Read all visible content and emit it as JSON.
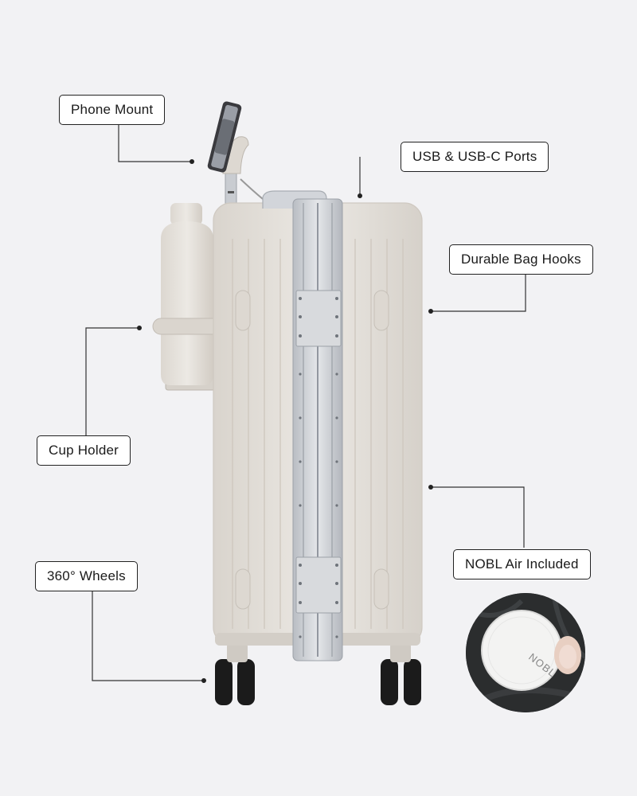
{
  "labels": {
    "phone_mount": "Phone Mount",
    "usb_ports": "USB & USB-C Ports",
    "bag_hooks": "Durable Bag Hooks",
    "cup_holder": "Cup Holder",
    "nobl_air": "NOBL Air Included",
    "wheels": "360° Wheels"
  },
  "tag_text": "NOBL",
  "colors": {
    "background": "#f2f2f4",
    "shell": "#e6e2dc",
    "frame": "#d0d3d8",
    "wheel": "#1b1b1b",
    "label_border": "#222222"
  }
}
